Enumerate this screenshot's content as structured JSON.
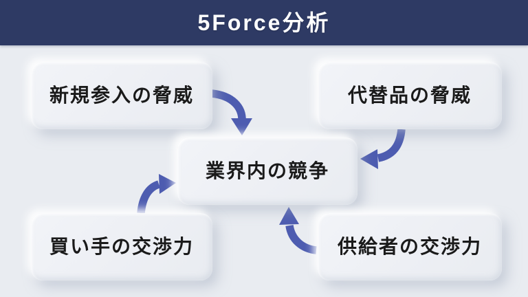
{
  "header": {
    "title": "5Force分析"
  },
  "diagram": {
    "type": "five-forces",
    "boxes": [
      {
        "id": "threat-of-new-entrants",
        "label": "新規参入の脅威",
        "position": "top-left"
      },
      {
        "id": "threat-of-substitutes",
        "label": "代替品の脅威",
        "position": "top-right"
      },
      {
        "id": "industry-rivalry",
        "label": "業界内の競争",
        "position": "center"
      },
      {
        "id": "buyer-bargaining-power",
        "label": "買い手の交渉力",
        "position": "bottom-left"
      },
      {
        "id": "supplier-bargaining-power",
        "label": "供給者の交渉力",
        "position": "bottom-right"
      }
    ],
    "arrows": [
      {
        "from": "threat-of-new-entrants",
        "to": "industry-rivalry"
      },
      {
        "from": "threat-of-substitutes",
        "to": "industry-rivalry"
      },
      {
        "from": "buyer-bargaining-power",
        "to": "industry-rivalry"
      },
      {
        "from": "supplier-bargaining-power",
        "to": "industry-rivalry"
      }
    ]
  },
  "colors": {
    "header-bg": "#2e3a64",
    "header-text": "#ffffff",
    "canvas-bg": "#e9ecf1",
    "card-bg": "#edeff4",
    "card-text": "#1a1a1a",
    "arrow": "#4d5cb0"
  }
}
